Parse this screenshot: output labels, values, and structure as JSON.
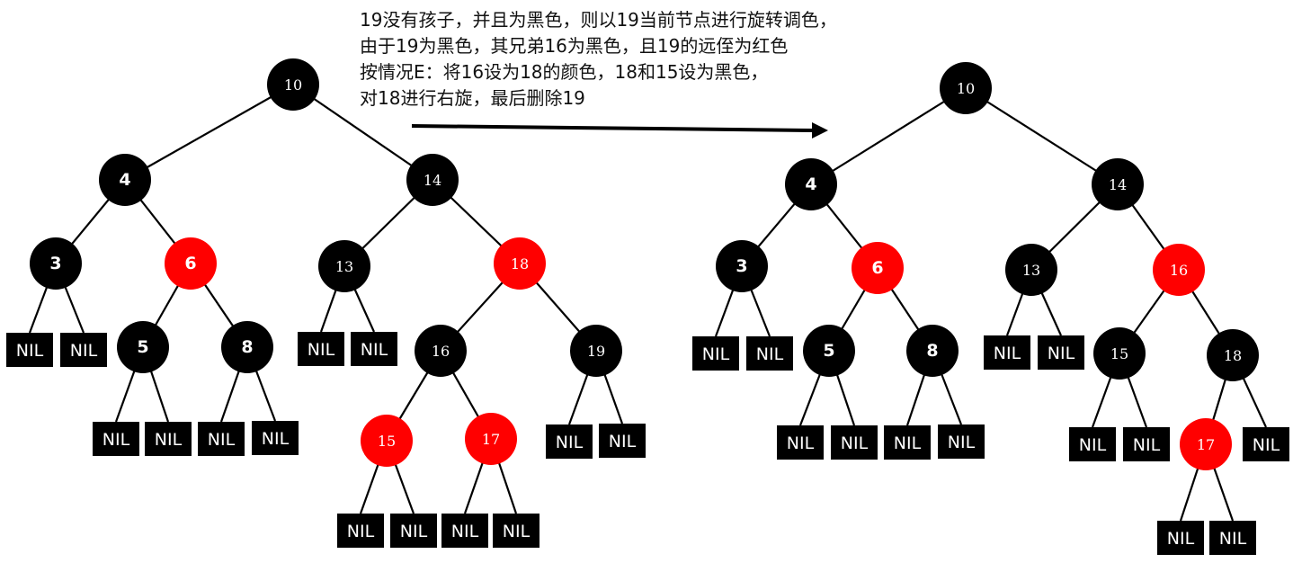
{
  "caption": {
    "lines": [
      "19没有孩子，并且为黑色，则以19当前节点进行旋转调色，",
      "由于19为黑色，其兄弟16为黑色，且19的远侄为红色",
      "按情况E：将16设为18的颜色，18和15设为黑色，",
      "对18进行右旋，最后删除19"
    ]
  },
  "colors": {
    "black": "#000000",
    "red": "#ff0000",
    "text_on_node": "#ffffff",
    "arrow": "#000000"
  },
  "nil_label": "NIL",
  "trees": [
    {
      "name": "before",
      "nodes": [
        {
          "id": "b10",
          "label": "10",
          "color": "black"
        },
        {
          "id": "b4",
          "label": "4",
          "color": "black"
        },
        {
          "id": "b14",
          "label": "14",
          "color": "black"
        },
        {
          "id": "b3",
          "label": "3",
          "color": "black"
        },
        {
          "id": "b6",
          "label": "6",
          "color": "red"
        },
        {
          "id": "b13",
          "label": "13",
          "color": "black"
        },
        {
          "id": "b18",
          "label": "18",
          "color": "red"
        },
        {
          "id": "b5",
          "label": "5",
          "color": "black"
        },
        {
          "id": "b8",
          "label": "8",
          "color": "black"
        },
        {
          "id": "b16",
          "label": "16",
          "color": "black"
        },
        {
          "id": "b19",
          "label": "19",
          "color": "black"
        },
        {
          "id": "b15",
          "label": "15",
          "color": "red"
        },
        {
          "id": "b17",
          "label": "17",
          "color": "red"
        }
      ]
    },
    {
      "name": "after",
      "nodes": [
        {
          "id": "a10",
          "label": "10",
          "color": "black"
        },
        {
          "id": "a4",
          "label": "4",
          "color": "black"
        },
        {
          "id": "a14",
          "label": "14",
          "color": "black"
        },
        {
          "id": "a3",
          "label": "3",
          "color": "black"
        },
        {
          "id": "a6",
          "label": "6",
          "color": "red"
        },
        {
          "id": "a13",
          "label": "13",
          "color": "black"
        },
        {
          "id": "a16",
          "label": "16",
          "color": "red"
        },
        {
          "id": "a5",
          "label": "5",
          "color": "black"
        },
        {
          "id": "a8",
          "label": "8",
          "color": "black"
        },
        {
          "id": "a15",
          "label": "15",
          "color": "black"
        },
        {
          "id": "a18",
          "label": "18",
          "color": "black"
        },
        {
          "id": "a17",
          "label": "17",
          "color": "red"
        }
      ]
    }
  ]
}
